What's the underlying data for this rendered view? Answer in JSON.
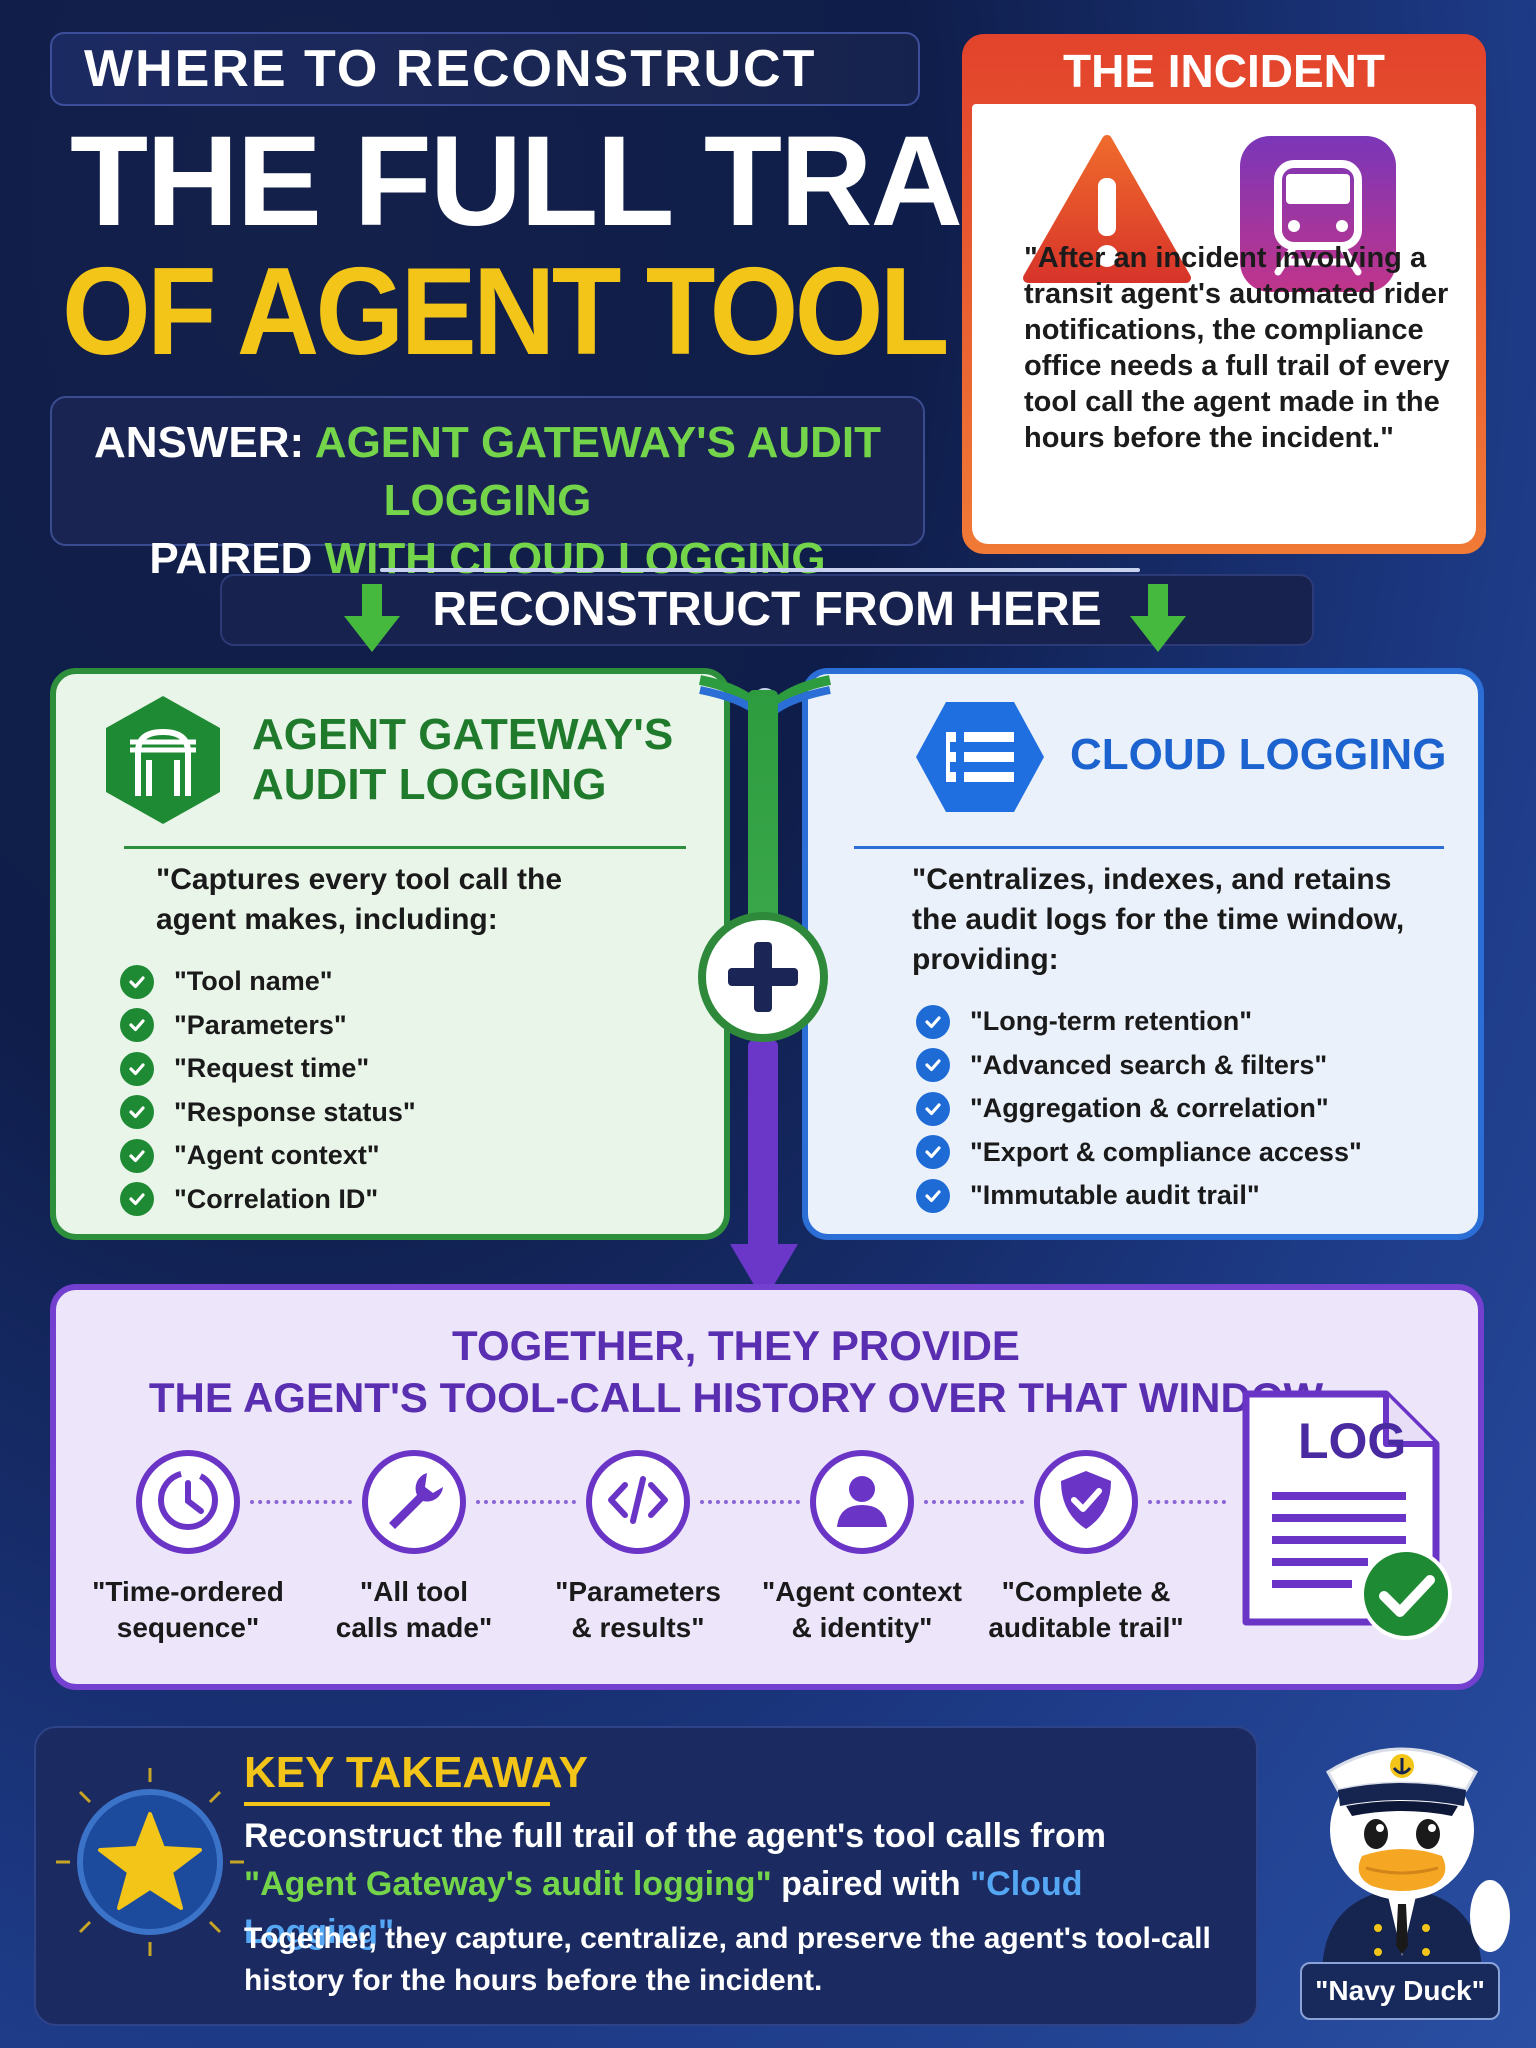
{
  "header": {
    "kicker": "WHERE TO RECONSTRUCT",
    "title_line1": "THE FULL TRAIL",
    "title_line2": "OF AGENT TOOL CALLS"
  },
  "answer": {
    "prefix": "ANSWER:",
    "part1": "AGENT GATEWAY'S AUDIT LOGGING",
    "paired": "PAIRED",
    "with": "WITH",
    "part2": "CLOUD LOGGING"
  },
  "incident": {
    "title": "THE INCIDENT",
    "quote": "\"After an incident involving a transit agent's automated rider notifications, the compliance office needs a full trail of every tool call the agent made in the hours before the incident.\""
  },
  "banner": "RECONSTRUCT FROM HERE",
  "gateway": {
    "title_line1": "AGENT GATEWAY'S",
    "title_line2": "AUDIT LOGGING",
    "desc": "\"Captures every tool call the agent makes, including:",
    "items": [
      "\"Tool name\"",
      "\"Parameters\"",
      "\"Request time\"",
      "\"Response status\"",
      "\"Agent context\"",
      "\"Correlation ID\""
    ]
  },
  "cloud": {
    "title": "CLOUD LOGGING",
    "desc": "\"Centralizes, indexes, and retains the audit logs for the time window, providing:",
    "items": [
      "\"Long-term retention\"",
      "\"Advanced search & filters\"",
      "\"Aggregation & correlation\"",
      "\"Export & compliance access\"",
      "\"Immutable audit trail\""
    ]
  },
  "together": {
    "title_line1": "TOGETHER, THEY PROVIDE",
    "title_line2": "THE AGENT'S TOOL-CALL HISTORY OVER THAT WINDOW",
    "features": [
      {
        "icon": "clock-icon",
        "l1": "\"Time-ordered",
        "l2": "sequence\""
      },
      {
        "icon": "wrench-icon",
        "l1": "\"All tool",
        "l2": "calls made\""
      },
      {
        "icon": "code-icon",
        "l1": "\"Parameters",
        "l2": "& results\""
      },
      {
        "icon": "user-icon",
        "l1": "\"Agent context",
        "l2": "& identity\""
      },
      {
        "icon": "shield-check-icon",
        "l1": "\"Complete &",
        "l2": "auditable trail\""
      }
    ],
    "log_label": "LOG"
  },
  "takeaway": {
    "title": "KEY TAKEAWAY",
    "line1": "Reconstruct the full trail of the agent's tool calls from",
    "quote_gateway": "\"Agent Gateway's audit logging\"",
    "paired_with": " paired with ",
    "quote_cloud": "\"Cloud Logging\"",
    "end": ".",
    "sub": "Together, they capture, centralize, and preserve the agent's tool-call history for the hours before the incident."
  },
  "mascot": {
    "tag": "\"Navy Duck\""
  },
  "colors": {
    "gold": "#f2c518",
    "green": "#2d8e3c",
    "blue": "#2b6fd6",
    "purple": "#7340cf",
    "incident": "#e2432c"
  }
}
